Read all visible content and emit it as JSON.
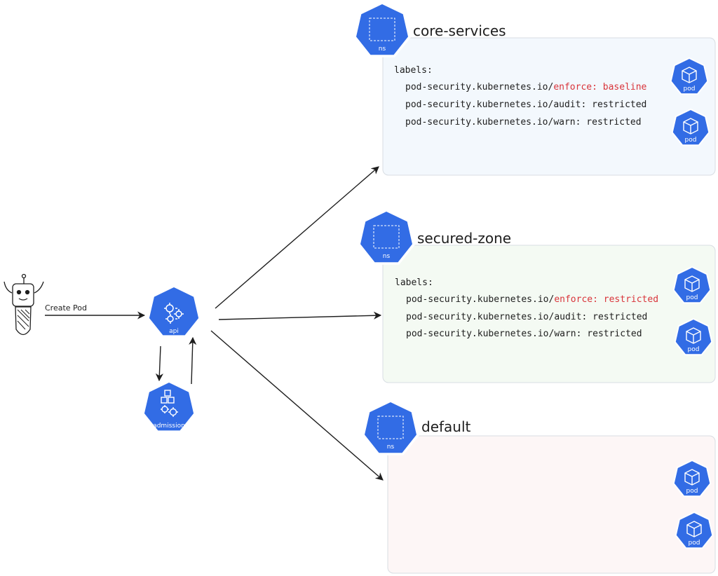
{
  "colors": {
    "k8s_blue": "#326ce5",
    "core_bg": "#f3f8fd",
    "secured_bg": "#f4faf3",
    "default_bg": "#fdf6f6",
    "box_border": "#d8dde3",
    "enforce_red": "#d9343a",
    "arrow": "#1e1e1e"
  },
  "robot": {
    "icon": "robot-icon",
    "action_label": "Create Pod"
  },
  "api": {
    "icon": "api-server-icon",
    "label": "api"
  },
  "admission": {
    "icon": "admission-controller-icon",
    "label": "admission"
  },
  "namespaces": [
    {
      "id": "core-services",
      "ns_label": "ns",
      "title": "core-services",
      "labels_heading": "labels:",
      "lines": [
        {
          "prefix": "pod-security.kubernetes.io/",
          "key_value": "enforce: baseline",
          "highlight": true
        },
        {
          "prefix": "pod-security.kubernetes.io/",
          "key_value": "audit: restricted",
          "highlight": false
        },
        {
          "prefix": "pod-security.kubernetes.io/",
          "key_value": "warn: restricted",
          "highlight": false
        }
      ],
      "pods": [
        {
          "label": "pod"
        },
        {
          "label": "pod"
        }
      ]
    },
    {
      "id": "secured-zone",
      "ns_label": "ns",
      "title": "secured-zone",
      "labels_heading": "labels:",
      "lines": [
        {
          "prefix": "pod-security.kubernetes.io/",
          "key_value": "enforce: restricted",
          "highlight": true
        },
        {
          "prefix": "pod-security.kubernetes.io/",
          "key_value": "audit: restricted",
          "highlight": false
        },
        {
          "prefix": "pod-security.kubernetes.io/",
          "key_value": "warn: restricted",
          "highlight": false
        }
      ],
      "pods": [
        {
          "label": "pod"
        },
        {
          "label": "pod"
        }
      ]
    },
    {
      "id": "default",
      "ns_label": "ns",
      "title": "default",
      "labels_heading": "",
      "lines": [],
      "pods": [
        {
          "label": "pod"
        },
        {
          "label": "pod"
        }
      ]
    }
  ]
}
